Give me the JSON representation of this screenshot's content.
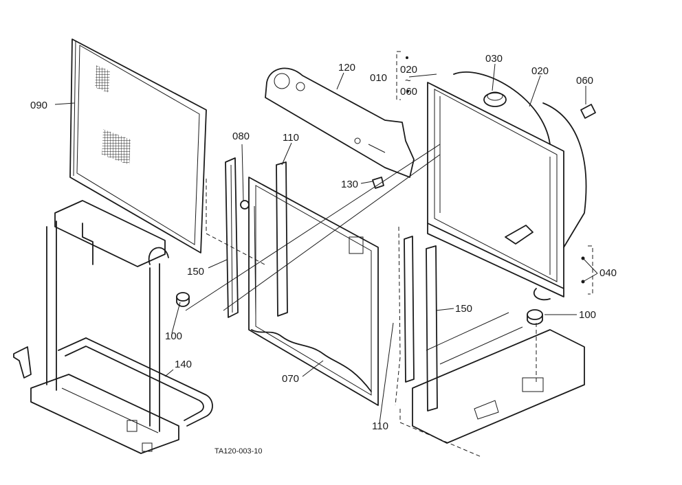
{
  "diagram": {
    "drawing_code": "TA120-003-10",
    "callouts": [
      {
        "id": "c090",
        "text": "090"
      },
      {
        "id": "c120",
        "text": "120"
      },
      {
        "id": "c010",
        "text": "010"
      },
      {
        "id": "c020a",
        "text": "020"
      },
      {
        "id": "c060a",
        "text": "060"
      },
      {
        "id": "c030",
        "text": "030"
      },
      {
        "id": "c020b",
        "text": "020"
      },
      {
        "id": "c060b",
        "text": "060"
      },
      {
        "id": "c080",
        "text": "080"
      },
      {
        "id": "c110a",
        "text": "110"
      },
      {
        "id": "c130",
        "text": "130"
      },
      {
        "id": "c150a",
        "text": "150"
      },
      {
        "id": "c100a",
        "text": "100"
      },
      {
        "id": "c140",
        "text": "140"
      },
      {
        "id": "c070",
        "text": "070"
      },
      {
        "id": "c110b",
        "text": "110"
      },
      {
        "id": "c150b",
        "text": "150"
      },
      {
        "id": "c100b",
        "text": "100"
      },
      {
        "id": "c040",
        "text": "040"
      }
    ],
    "colors": {
      "ink": "#1a1a1a",
      "paper": "#ffffff"
    }
  }
}
